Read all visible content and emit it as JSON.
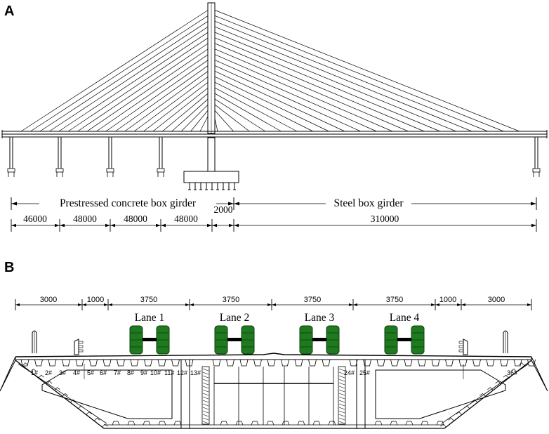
{
  "panels": {
    "a": "A",
    "b": "B"
  },
  "bridge": {
    "label_concrete": "Prestressed concrete box girder",
    "label_steel": "Steel box girder",
    "spans": [
      "46000",
      "48000",
      "48000",
      "48000",
      "2000",
      "310000"
    ]
  },
  "section": {
    "widths": [
      "3000",
      "1000",
      "3750",
      "3750",
      "3750",
      "3750",
      "1000",
      "3000"
    ],
    "lanes": [
      "Lane 1",
      "Lane 2",
      "Lane 3",
      "Lane 4"
    ],
    "lane_color": "#1f7a1f",
    "ribs_left": [
      "1#",
      "2#",
      "3#",
      "4#",
      "5#",
      "6#",
      "7#",
      "8#",
      "9#",
      "10#",
      "11#",
      "12#",
      "13#"
    ],
    "ribs_right": [
      "24#",
      "25#",
      "36#"
    ]
  }
}
